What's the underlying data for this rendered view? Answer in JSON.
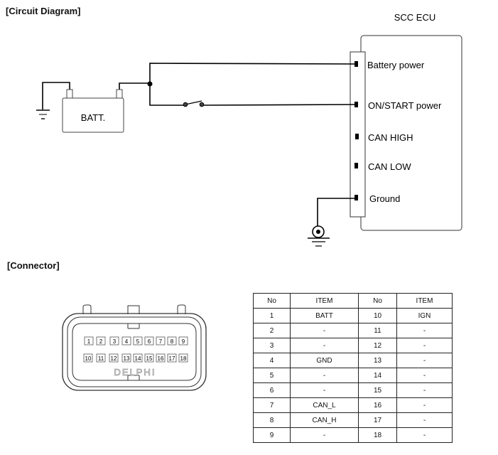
{
  "sections": {
    "circuit_title": "[Circuit Diagram]",
    "connector_title": "[Connector]"
  },
  "circuit": {
    "ecu_label": "SCC ECU",
    "battery_label": "BATT.",
    "pins": [
      {
        "label": "Battery power",
        "wired": true
      },
      {
        "label": "ON/START power",
        "wired": true
      },
      {
        "label": "CAN HIGH",
        "wired": false
      },
      {
        "label": "CAN LOW",
        "wired": false
      },
      {
        "label": "Ground",
        "wired": true
      }
    ]
  },
  "connector": {
    "brand": "DELPHI",
    "row1": [
      "1",
      "2",
      "3",
      "4",
      "5",
      "6",
      "7",
      "8",
      "9"
    ],
    "row2": [
      "10",
      "11",
      "12",
      "13",
      "14",
      "15",
      "16",
      "17",
      "18"
    ]
  },
  "pin_table": {
    "headers": [
      "No",
      "ITEM",
      "No",
      "ITEM"
    ],
    "rows": [
      [
        "1",
        "BATT",
        "10",
        "IGN"
      ],
      [
        "2",
        "-",
        "11",
        "-"
      ],
      [
        "3",
        "-",
        "12",
        "-"
      ],
      [
        "4",
        "GND",
        "13",
        "-"
      ],
      [
        "5",
        "-",
        "14",
        "-"
      ],
      [
        "6",
        "-",
        "15",
        "-"
      ],
      [
        "7",
        "CAN_L",
        "16",
        "-"
      ],
      [
        "8",
        "CAN_H",
        "17",
        "-"
      ],
      [
        "9",
        "-",
        "18",
        "-"
      ]
    ]
  }
}
